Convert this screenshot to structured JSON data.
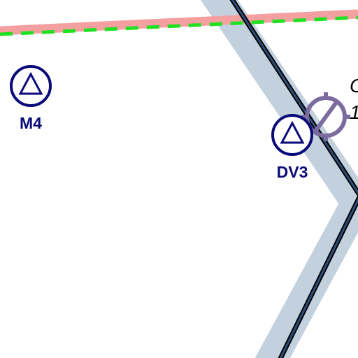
{
  "map": {
    "waypoints": [
      {
        "id": "M4",
        "label": "M4",
        "symbol": "triangle-in-circle-icon"
      },
      {
        "id": "DV3",
        "label": "DV3",
        "symbol": "triangle-in-circle-icon"
      }
    ],
    "fix": {
      "symbol": "crossed-circle-gear-icon",
      "label_line1": "C",
      "label_line2": "1"
    },
    "colors": {
      "waypoint": "#0a0a7a",
      "fix": "#7b6b9e",
      "airway_band": "#c3d1df",
      "airway_line_fill": "#2d4f7a",
      "airway_line_outline": "#000000",
      "boundary_band": "#f4a0a0",
      "boundary_dash": "#22e022",
      "background": "#ffffff"
    }
  }
}
